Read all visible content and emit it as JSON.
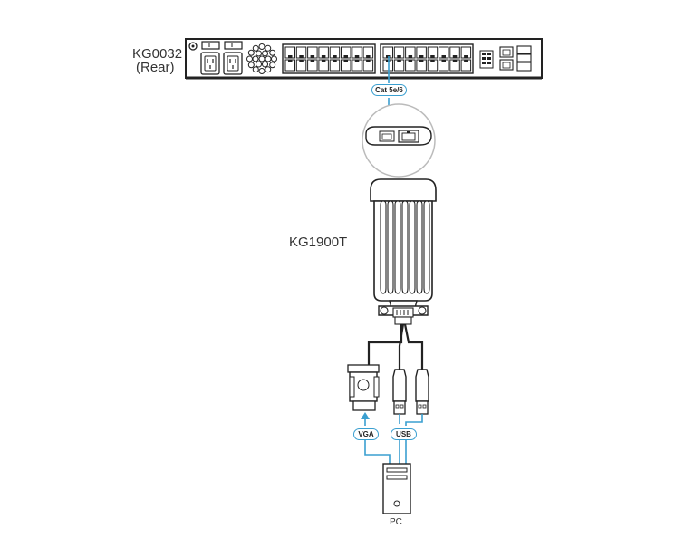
{
  "switch": {
    "model": "KG0032",
    "side": "(Rear)"
  },
  "adapter": {
    "model": "KG1900T"
  },
  "cable_label": "Cat 5e/6",
  "vga_label": "VGA",
  "usb_label": "USB",
  "pc_label": "PC",
  "colors": {
    "cable": "#3a9fd0",
    "outline": "#222222",
    "fill": "#ffffff"
  }
}
